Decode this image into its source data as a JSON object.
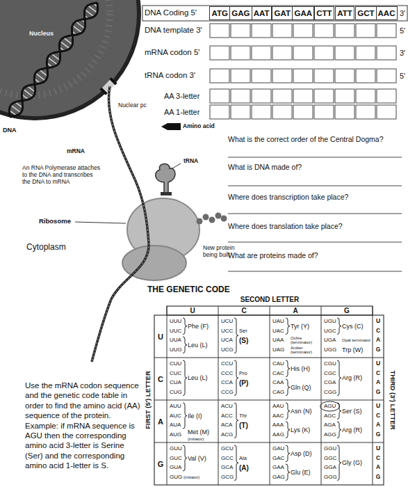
{
  "diagram": {
    "nodes": [
      {
        "text": [
          "ATG"
        ]
      },
      {
        "text": [
          "GAG"
        ]
      },
      {
        "text": [
          "AAT"
        ]
      },
      {
        "text": [
          "GAT"
        ]
      },
      {
        "text": [
          "GAA"
        ]
      },
      {
        "text": [
          "CTT"
        ]
      },
      {
        "text": [
          "ATT"
        ]
      },
      {
        "text": [
          "GCT"
        ]
      },
      {
        "text": [
          "AAC"
        ]
      }
    ],
    "labels": [
      "DNA Coding 5'",
      "3'",
      "DNA template 3'",
      "5'",
      "mRNA codon 5'",
      "3'",
      "tRNA codon 3'",
      "5'",
      "AA 3-letter",
      "AA 1-letter",
      "Amino acid",
      "Nucleus",
      "Nuclear pc",
      "DNA",
      "mRNA",
      "tRNA",
      "An RNA Polymerase attaches to the DNA and transcribes the DNA to mRNA",
      "Ribosome",
      "Cytoplasm",
      "New protein being built",
      "What is the correct order of the Central Dogma?",
      "What is DNA made of?",
      "Where does transcription take place?",
      "Where does translation take place?",
      "What are proteins made of?",
      "THE GENETIC CODE",
      "SECOND LETTER",
      "U",
      "C",
      "A",
      "G",
      "FIRST (5') LETTER",
      "THIRD (3') LETTER",
      "Use the mRNA codon sequence and the genetic code table in order to find the amino acid (AA) sequence of the protein. Example: if mRNA sequence is AGU then the corresponding amino acid 3-letter is Serine (Ser) and the corresponding amino acid 1-letter is S.",
      "U",
      "UUU",
      "UUC",
      "UUA",
      "UUG",
      "Phe (F)",
      "Leu (L)",
      "UCU",
      "UCC",
      "UCA",
      "UCG",
      "Ser",
      "(S)",
      "UAU",
      "UAC",
      "UAA",
      "UAG",
      "Tyr (Y)",
      "Ochre (terminator)",
      "Amber (terminator)",
      "UGU",
      "UGC",
      "UGA",
      "UGG",
      "Cys (C)",
      "Opal terminator",
      "Trp (W)",
      "U",
      "C",
      "A",
      "G",
      "C",
      "CUU",
      "CUC",
      "CUA",
      "CUG",
      "Leu (L)",
      "CCU",
      "CCC",
      "CCA",
      "CCG",
      "Pro",
      "(P)",
      "CAU",
      "CAC",
      "CAA",
      "CAG",
      "His (H)",
      "Gln (Q)",
      "CGU",
      "CGC",
      "CGA",
      "CGG",
      "Arg (R)",
      "U",
      "C",
      "A",
      "G",
      "A",
      "AUU",
      "AUC",
      "AUA",
      "AUG",
      "Ile (I)",
      "Met (M)",
      "(initiator)",
      "ACU",
      "ACC",
      "ACA",
      "ACG",
      "Thr",
      "(T)",
      "AAU",
      "AAC",
      "AAA",
      "AAG",
      "Asn (N)",
      "Lys (K)",
      "AGU",
      "AGC",
      "AGA",
      "AGG",
      "Ser (S)",
      "Arg (R)",
      "U",
      "C",
      "A",
      "G",
      "G",
      "GUU",
      "GUC",
      "GUA",
      "GUG",
      "Val (V)",
      "(initiator)",
      "GCU",
      "GCC",
      "GCA",
      "GCG",
      "Ala",
      "(A)",
      "GAU",
      "GAC",
      "GAA",
      "GAG",
      "Asp (D)",
      "Glu (E)",
      "GGU",
      "GGC",
      "GGA",
      "GGG",
      "Gly (G)",
      "U",
      "C",
      "A",
      "G"
    ]
  }
}
